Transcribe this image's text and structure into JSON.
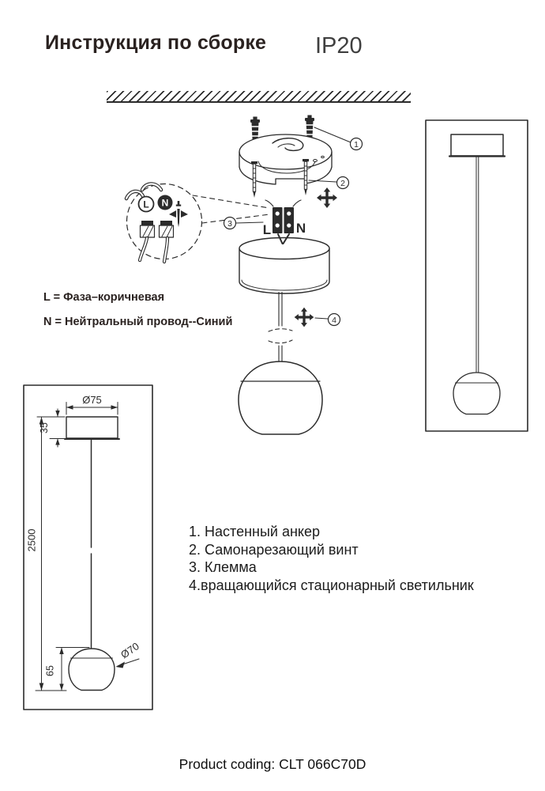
{
  "page": {
    "title": "Инструкция по сборке",
    "ip_rating": "IP20",
    "product_coding": "Product coding: CLT 066C70D"
  },
  "wiring_legend": {
    "live": "L = Фаза–коричневая",
    "neutral": "N = Нейтральный провод--Синий"
  },
  "parts_list": {
    "items": [
      "1. Настенный анкер",
      "2. Самонарезающий винт",
      "3. Клемма",
      "4.вращающийся стационарный светильник"
    ]
  },
  "diagram": {
    "callouts": [
      "1",
      "2",
      "3",
      "4"
    ],
    "terminal": {
      "live": "L",
      "neutral": "N"
    },
    "detail": {
      "live": "L",
      "neutral": "N"
    },
    "dimensions": {
      "canopy_diameter": "Ø75",
      "canopy_height": "35",
      "overall_drop": "2500",
      "sphere_height": "65",
      "sphere_diameter": "Ø70"
    },
    "ink_color": "#2b2b2b"
  }
}
